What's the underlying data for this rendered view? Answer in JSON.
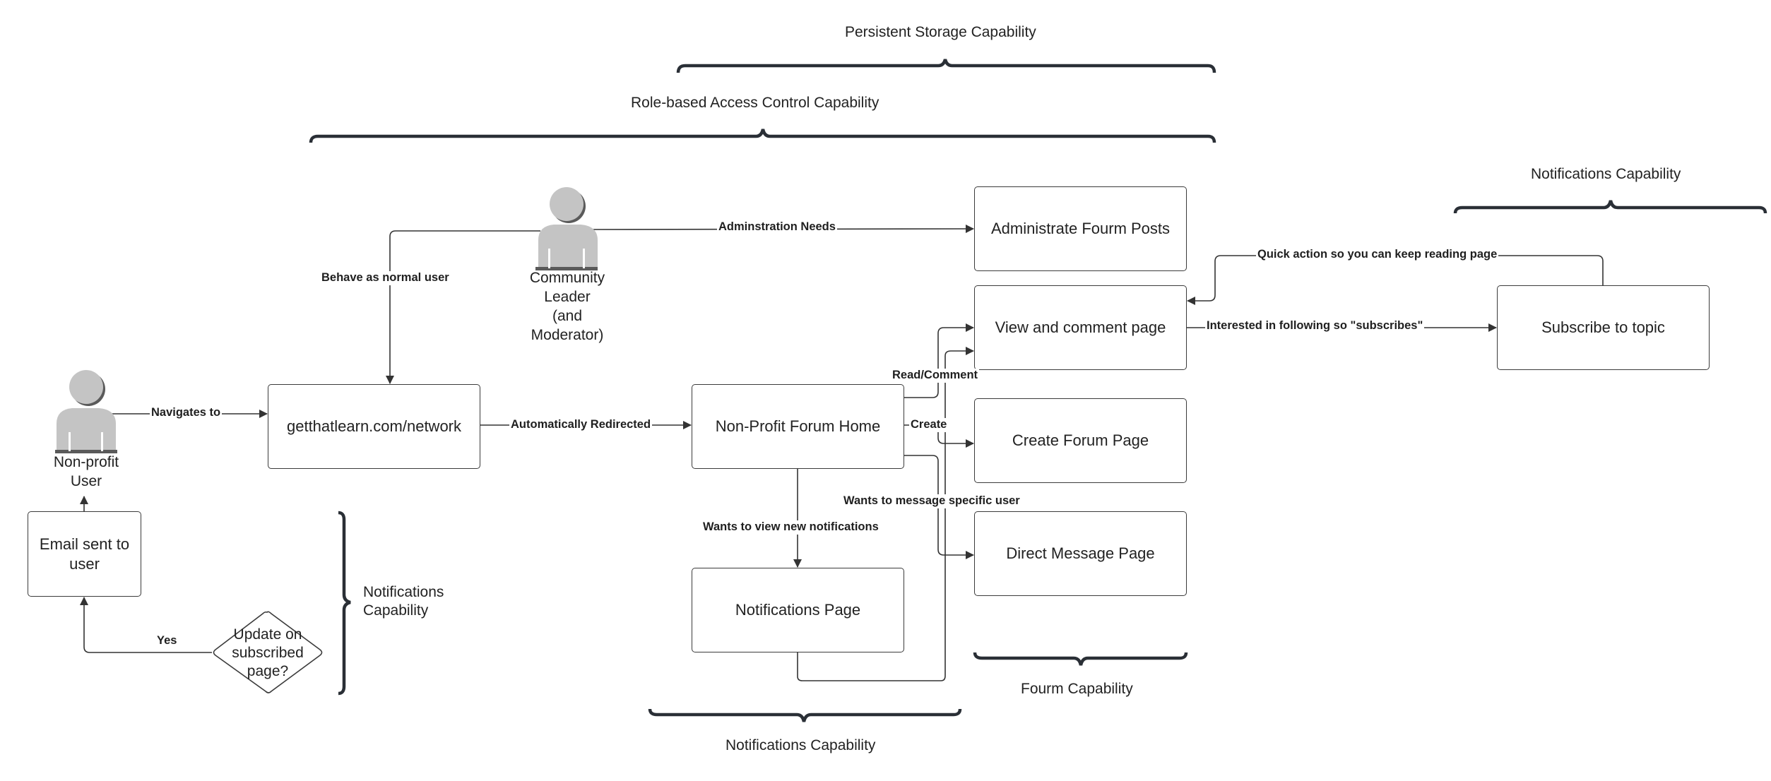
{
  "capabilities": {
    "persistent_storage": "Persistent Storage Capability",
    "role_based_access": "Role-based Access Control Capability",
    "notifications_top_right": "Notifications Capability",
    "notifications_left": "Notifications\nCapability",
    "notifications_bottom": "Notifications Capability",
    "forum": "Fourm Capability"
  },
  "actors": {
    "community_leader": "Community\nLeader\n(and\nModerator)",
    "nonprofit_user": "Non-profit\nUser"
  },
  "nodes": {
    "network": "getthatlearn.com/network",
    "forum_home": "Non-Profit Forum Home",
    "administrate": "Administrate Fourm Posts",
    "view_comment": "View and comment page",
    "create_forum": "Create Forum Page",
    "direct_message": "Direct Message Page",
    "notifications_page": "Notifications Page",
    "subscribe": "Subscribe to topic",
    "email": "Email sent to\nuser",
    "decision": "Update on\nsubscribed\npage?"
  },
  "edges": {
    "navigates_to": "Navigates to",
    "auto_redirected": "Automatically Redirected",
    "behave_normal": "Behave as normal user",
    "admin_needs": "Adminstration Needs",
    "read_comment": "Read/Comment",
    "create": "Create",
    "message_user": "Wants to message specific user",
    "view_notifications": "Wants to view new notifications",
    "quick_action": "Quick action so you can keep reading page",
    "interested": "Interested in following so \"subscribes\"",
    "yes": "Yes"
  },
  "colors": {
    "line": "#333333",
    "actor_fill": "#c4c4c4",
    "actor_shadow": "#5a5a5a",
    "node_border": "#3b3b3b"
  }
}
